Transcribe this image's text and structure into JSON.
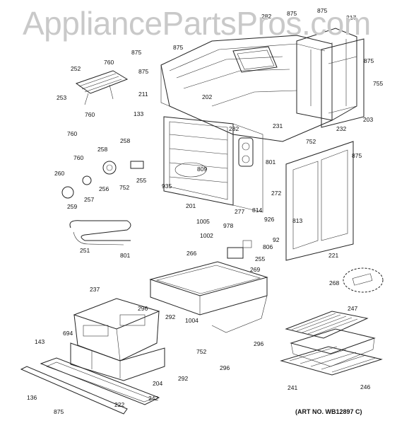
{
  "watermark": "AppliancePartsPros.com",
  "art_number": "(ART NO. WB12897 C)",
  "callouts": [
    {
      "id": "c-875-a",
      "label": "875"
    },
    {
      "id": "c-875-b",
      "label": "875"
    },
    {
      "id": "c-875-c",
      "label": "875"
    },
    {
      "id": "c-875-d",
      "label": "875"
    },
    {
      "id": "c-875-e",
      "label": "875"
    },
    {
      "id": "c-875-f",
      "label": "875"
    },
    {
      "id": "c-875-g",
      "label": "875"
    },
    {
      "id": "c-875-h",
      "label": "875"
    },
    {
      "id": "c-282-a",
      "label": "282"
    },
    {
      "id": "c-282-b",
      "label": "282"
    },
    {
      "id": "c-217",
      "label": "217"
    },
    {
      "id": "c-755",
      "label": "755"
    },
    {
      "id": "c-203",
      "label": "203"
    },
    {
      "id": "c-232",
      "label": "232"
    },
    {
      "id": "c-231",
      "label": "231"
    },
    {
      "id": "c-752-a",
      "label": "752"
    },
    {
      "id": "c-752-b",
      "label": "752"
    },
    {
      "id": "c-752-c",
      "label": "752"
    },
    {
      "id": "c-252",
      "label": "252"
    },
    {
      "id": "c-760-a",
      "label": "760"
    },
    {
      "id": "c-760-b",
      "label": "760"
    },
    {
      "id": "c-760-c",
      "label": "760"
    },
    {
      "id": "c-760-d",
      "label": "760"
    },
    {
      "id": "c-253",
      "label": "253"
    },
    {
      "id": "c-211",
      "label": "211"
    },
    {
      "id": "c-202",
      "label": "202"
    },
    {
      "id": "c-133",
      "label": "133"
    },
    {
      "id": "c-258-a",
      "label": "258"
    },
    {
      "id": "c-258-b",
      "label": "258"
    },
    {
      "id": "c-260",
      "label": "260"
    },
    {
      "id": "c-259",
      "label": "259"
    },
    {
      "id": "c-257",
      "label": "257"
    },
    {
      "id": "c-256",
      "label": "256"
    },
    {
      "id": "c-255-a",
      "label": "255"
    },
    {
      "id": "c-255-b",
      "label": "255"
    },
    {
      "id": "c-809",
      "label": "809"
    },
    {
      "id": "c-935",
      "label": "935"
    },
    {
      "id": "c-201",
      "label": "201"
    },
    {
      "id": "c-801-a",
      "label": "801"
    },
    {
      "id": "c-801-b",
      "label": "801"
    },
    {
      "id": "c-272",
      "label": "272"
    },
    {
      "id": "c-277",
      "label": "277"
    },
    {
      "id": "c-1005",
      "label": "1005"
    },
    {
      "id": "c-814",
      "label": "814"
    },
    {
      "id": "c-926",
      "label": "926"
    },
    {
      "id": "c-813",
      "label": "813"
    },
    {
      "id": "c-978",
      "label": "978"
    },
    {
      "id": "c-92",
      "label": "92"
    },
    {
      "id": "c-806",
      "label": "806"
    },
    {
      "id": "c-1002",
      "label": "1002"
    },
    {
      "id": "c-251",
      "label": "251"
    },
    {
      "id": "c-221",
      "label": "221"
    },
    {
      "id": "c-266",
      "label": "266"
    },
    {
      "id": "c-269",
      "label": "269"
    },
    {
      "id": "c-237",
      "label": "237"
    },
    {
      "id": "c-296-a",
      "label": "296"
    },
    {
      "id": "c-296-b",
      "label": "296"
    },
    {
      "id": "c-296-c",
      "label": "296"
    },
    {
      "id": "c-292-a",
      "label": "292"
    },
    {
      "id": "c-292-b",
      "label": "292"
    },
    {
      "id": "c-1004",
      "label": "1004"
    },
    {
      "id": "c-143",
      "label": "143"
    },
    {
      "id": "c-694",
      "label": "694"
    },
    {
      "id": "c-136",
      "label": "136"
    },
    {
      "id": "c-204",
      "label": "204"
    },
    {
      "id": "c-242",
      "label": "242"
    },
    {
      "id": "c-222",
      "label": "222"
    },
    {
      "id": "c-268",
      "label": "268"
    },
    {
      "id": "c-247",
      "label": "247"
    },
    {
      "id": "c-246",
      "label": "246"
    },
    {
      "id": "c-241",
      "label": "241"
    }
  ]
}
